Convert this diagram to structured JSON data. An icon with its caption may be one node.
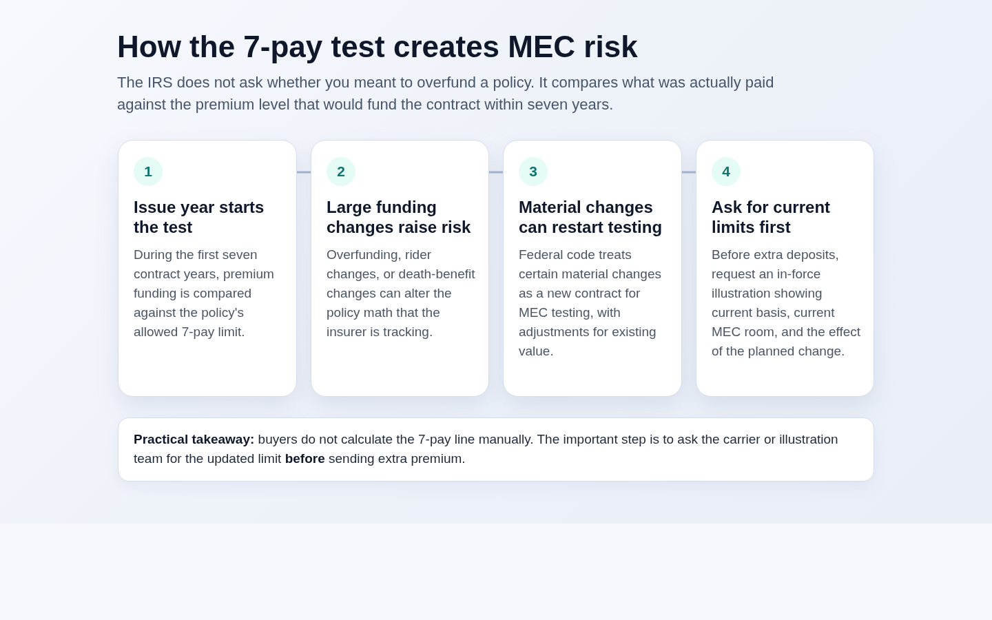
{
  "diagram": {
    "title": "How the 7-pay test creates MEC risk",
    "nodes": [
      {
        "text": [
          "1",
          "Issue year starts the test",
          "During the first seven contract years, premium funding is compared against the policy's allowed 7-pay limit."
        ]
      },
      {
        "text": [
          "2",
          "Large funding changes raise risk",
          "Overfunding, rider changes, or death-benefit changes can alter the policy math that the insurer is tracking."
        ]
      },
      {
        "text": [
          "3",
          "Material changes can restart testing",
          "Federal code treats certain material changes as a new contract for MEC testing, with adjustments for existing value."
        ]
      },
      {
        "text": [
          "4",
          "Ask for current limits first",
          "Before extra deposits, request an in-force illustration showing current basis, current MEC room, and the effect of the planned change."
        ]
      },
      {
        "text": [
          "**Practical takeaway:** buyers do not calculate the 7-pay line manually. The important step is to ask the carrier or illustration team for the updated limit **before** sending extra premium."
        ]
      }
    ],
    "edges": [
      {
        "from": 0,
        "to": 1,
        "arrow": "none"
      },
      {
        "from": 1,
        "to": 2,
        "arrow": "none"
      },
      {
        "from": 2,
        "to": 3,
        "arrow": "none"
      }
    ],
    "labels": [
      "The IRS does not ask whether you meant to overfund a policy. It compares what was actually paid against the premium level that would fund the contract within seven years."
    ]
  }
}
